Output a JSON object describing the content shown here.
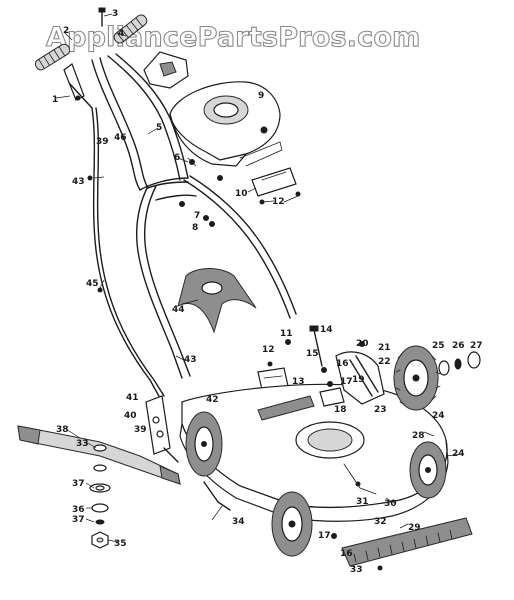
{
  "watermark": "AppliancePartsPros.com",
  "callouts": [
    "1",
    "2",
    "3",
    "4",
    "5",
    "6",
    "7",
    "8",
    "9",
    "10",
    "11",
    "12",
    "13",
    "14",
    "15",
    "16",
    "17",
    "18",
    "19",
    "20",
    "21",
    "22",
    "23",
    "24",
    "25",
    "26",
    "27",
    "28",
    "29",
    "30",
    "31",
    "32",
    "33",
    "34",
    "35",
    "36",
    "37",
    "38",
    "39",
    "40",
    "41",
    "42",
    "43",
    "44",
    "45",
    "46"
  ]
}
